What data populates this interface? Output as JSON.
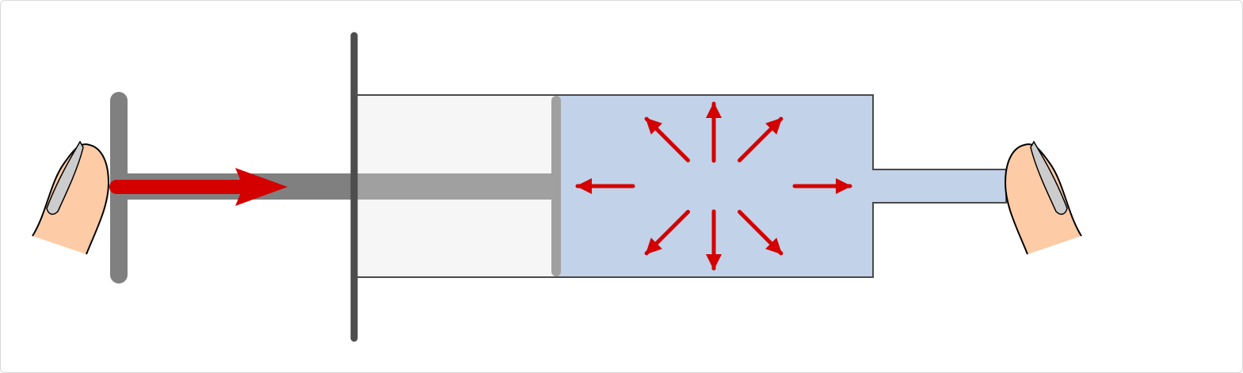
{
  "diagram": {
    "subject": "syringe-pressure",
    "colors": {
      "background": "#ffffff",
      "frame_border": "#d9d9d9",
      "liquid": "#c1d2e9",
      "barrel_empty": "#f6f6f6",
      "outline": "#4a4a4a",
      "flange": "#4d4d4d",
      "plunger_handle": "#808080",
      "plunger_rod": "#a0a0a0",
      "force_arrow": "#d40000",
      "skin": "#fdcba6",
      "nail": "#cccccc"
    },
    "pressure_arrow_directions": [
      0,
      45,
      90,
      135,
      180,
      225,
      270,
      315
    ]
  }
}
